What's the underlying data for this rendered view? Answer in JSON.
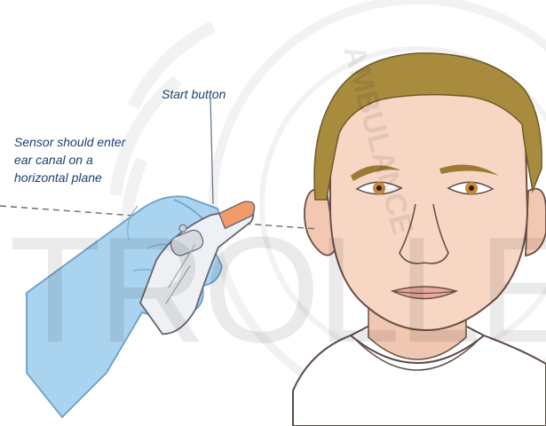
{
  "labels": {
    "start_button": "Start button",
    "sensor_lines": [
      "Sensor should enter",
      "ear canal on a",
      "horizontal plane"
    ]
  },
  "watermark": {
    "text": "TROLLEY",
    "seal_text": "AMBULANCE"
  },
  "colors": {
    "label_text": "#1d3f6e",
    "skin": "#f7d7c4",
    "hair": "#a98b3e",
    "glove": "#a9d3ef",
    "device_body": "#eef0f3",
    "device_tip": "#f39a6a",
    "leader_line": "#5b6f8a"
  }
}
